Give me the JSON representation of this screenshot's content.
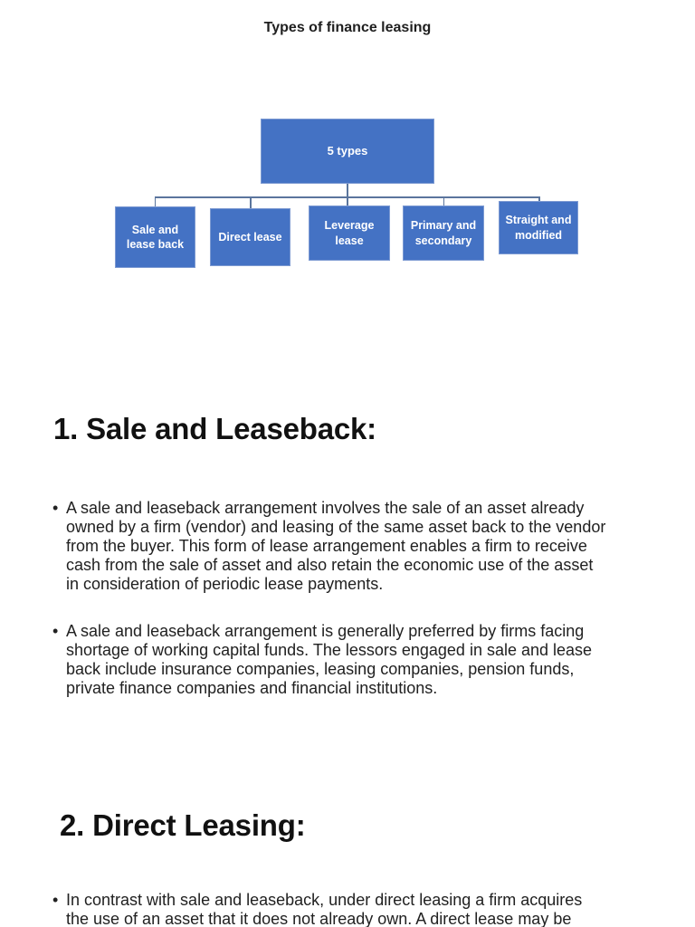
{
  "title": "Types of finance leasing",
  "bullet_marker": "•",
  "diagram": {
    "box_fill": "#4472C4",
    "box_text_color": "#ffffff",
    "connector_color": "#5b759d",
    "root": {
      "label": "5 types"
    },
    "children": [
      {
        "lines": [
          "Sale and",
          "lease back"
        ]
      },
      {
        "lines": [
          "Direct lease"
        ]
      },
      {
        "lines": [
          "Leverage",
          "lease"
        ]
      },
      {
        "lines": [
          "Primary and",
          "secondary"
        ]
      },
      {
        "lines": [
          "Straight and",
          "modified"
        ]
      }
    ]
  },
  "sections": [
    {
      "heading": "1. Sale and Leaseback:",
      "bullets": [
        {
          "lines": [
            "A sale and leaseback arrangement involves the sale of an asset already",
            "owned by a firm (vendor) and leasing of the same asset back to the vendor",
            "from the buyer. This form of lease arrangement enables a firm to receive",
            "cash from the sale of asset and also retain the economic use of the asset",
            "in consideration of periodic lease payments."
          ]
        },
        {
          "lines": [
            "A sale and leaseback arrangement is generally preferred by firms facing",
            "shortage of working capital funds. The lessors engaged in sale and lease",
            "back include insurance companies, leasing companies, pension funds,",
            "private finance companies and financial institutions."
          ]
        }
      ]
    },
    {
      "heading": "2. Direct Leasing:",
      "bullets": [
        {
          "lines": [
            "In contrast with sale and leaseback, under direct leasing a firm acquires",
            "the use of an asset that it does not already own. A direct lease may be"
          ]
        }
      ]
    }
  ]
}
